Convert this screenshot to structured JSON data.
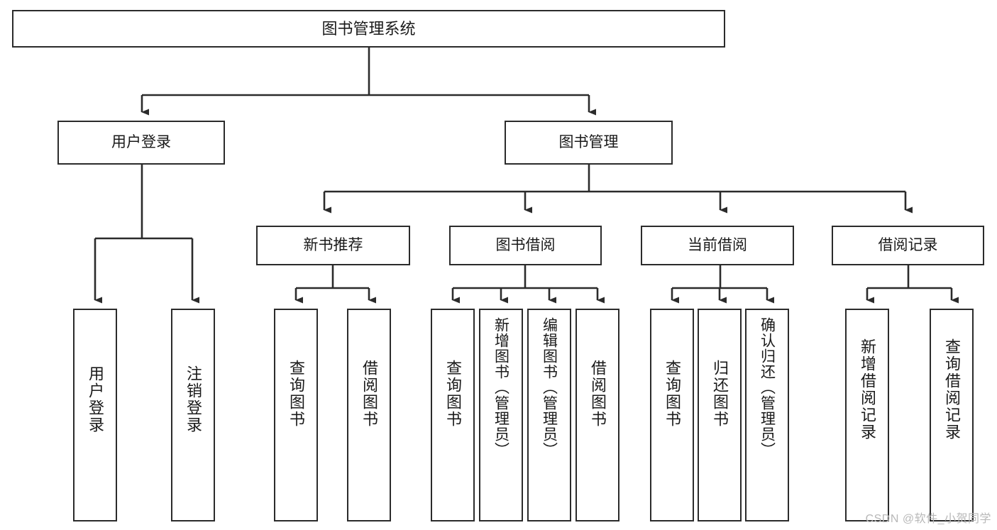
{
  "diagram": {
    "title": "图书管理系统",
    "type": "tree-hierarchy",
    "root": {
      "label": "图书管理系统"
    },
    "level2": [
      {
        "label": "用户登录"
      },
      {
        "label": "图书管理"
      }
    ],
    "level3": [
      {
        "label": "新书推荐"
      },
      {
        "label": "图书借阅"
      },
      {
        "label": "当前借阅"
      },
      {
        "label": "借阅记录"
      }
    ],
    "leaves": {
      "user_login": [
        {
          "label": "用户登录"
        },
        {
          "label": "注销登录"
        }
      ],
      "new_book_recommend": [
        {
          "label": "查询图书"
        },
        {
          "label": "借阅图书"
        }
      ],
      "book_borrow": [
        {
          "label": "查询图书"
        },
        {
          "label": "新增图书（管理员）"
        },
        {
          "label": "编辑图书（管理员）"
        },
        {
          "label": "借阅图书"
        }
      ],
      "current_borrow": [
        {
          "label": "查询图书"
        },
        {
          "label": "归还图书"
        },
        {
          "label": "确认归还（管理员）"
        }
      ],
      "borrow_record": [
        {
          "label": "新增借阅记录"
        },
        {
          "label": "查询借阅记录"
        }
      ]
    }
  },
  "watermark": {
    "text": "CSDN @软件_小贺同学"
  },
  "colors": {
    "border": "#2b2b2b",
    "background": "#ffffff",
    "text": "#1a1a1a",
    "watermark": "#b8b8b8"
  }
}
